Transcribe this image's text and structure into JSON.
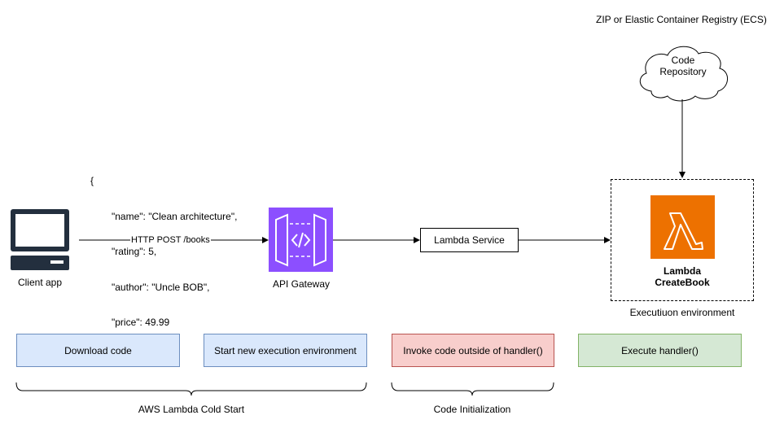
{
  "colors": {
    "api_gateway": "#8c4fff",
    "lambda": "#ed7100",
    "phase_blue_fill": "#dae8fc",
    "phase_blue_border": "#6c8ebf",
    "phase_red_fill": "#f8cecc",
    "phase_red_border": "#b85450",
    "phase_green_fill": "#d5e8d4",
    "phase_green_border": "#82b366"
  },
  "registry_label": "ZIP or Elastic Container Registry (ECS)",
  "repository": {
    "line1": "Code",
    "line2": "Repository",
    "icon": "cloud-shape"
  },
  "request_body": {
    "open": "{",
    "lines": [
      "\"name\": \"Clean architecture\",",
      "\"rating\": 5,",
      "\"author\": \"Uncle BOB\",",
      "\"price\": 49.99"
    ],
    "close": "}"
  },
  "client": {
    "label": "Client app",
    "icon": "laptop-icon"
  },
  "http_label": "HTTP POST /books",
  "api_gateway": {
    "label": "API Gateway",
    "icon": "api-gateway-icon"
  },
  "lambda_service": {
    "label": "Lambda Service"
  },
  "lambda_function": {
    "line1": "Lambda",
    "line2": "CreateBook",
    "icon": "lambda-icon"
  },
  "execution_environment": {
    "label": "Executiuon environment"
  },
  "phases": [
    {
      "label": "Download code"
    },
    {
      "label": "Start new execution environment"
    },
    {
      "label": "Invoke code outside of handler()"
    },
    {
      "label": "Execute handler()"
    }
  ],
  "groups": [
    {
      "label": "AWS Lambda Cold Start"
    },
    {
      "label": "Code Initialization"
    }
  ]
}
